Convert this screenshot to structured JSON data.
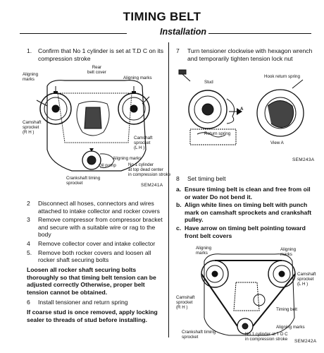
{
  "page": {
    "title": "TIMING BELT",
    "section": "Installation"
  },
  "left": {
    "step1": {
      "num": "1.",
      "text": "Confirm that No 1 cylinder is set at T.D C on its compression stroke"
    },
    "fig1": {
      "labels": {
        "rear_cover": "Rear\nbelt cover",
        "aligning_tl": "Aligning\nmarks",
        "aligning_tr": "Aligning marks",
        "cam_left": "Camshaft\nsprocket\n(R H )",
        "cam_right": "Camshaft\nsprocket\n(L H )",
        "aligning_bottom": "Aligning marks",
        "oil_pump": "Oil pump",
        "crank": "Crankshaft timing\nsprocket",
        "no1": "No 1 cylinder\nat top dead center\nin compression stroke"
      },
      "code": "SEM241A"
    },
    "steps": [
      {
        "num": "2",
        "text": "Disconnect all hoses, connectors and wires attached to intake collector and rocker covers"
      },
      {
        "num": "3",
        "text": "Remove compressor from compressor bracket and secure with a suitable wire or rag to the body"
      },
      {
        "num": "4",
        "text": "Remove collector cover and intake collector"
      },
      {
        "num": "5.",
        "text": "Remove both rocker covers and loosen all rocker shaft securing bolts"
      }
    ],
    "warning1": "Loosen all rocker shaft securing bolts thoroughly so that timing belt tension can be adjusted correctly Otherwise, proper belt tension cannot be obtained.",
    "step6": {
      "num": "6",
      "text": "Install tensioner and return spring"
    },
    "warning2": "If coarse stud is once removed, apply locking sealer to threads of stud before installing."
  },
  "right": {
    "step7": {
      "num": "7",
      "text": "Turn tensioner clockwise with hexagon wrench and temporarily tighten tension lock nut"
    },
    "fig2": {
      "labels": {
        "stud": "Stud",
        "hook": "Hook return spring",
        "return_spring": "Return spring",
        "view_a": "View A",
        "a": "A"
      },
      "code": "SEM243A"
    },
    "step8": {
      "num": "8",
      "text": "Set timing belt"
    },
    "subs": [
      {
        "num": "a.",
        "text": "Ensure timing belt is clean and free from oil or water Do not bend it."
      },
      {
        "num": "b.",
        "text": "Align white lines on timing belt with punch mark on camshaft sprockets and crankshaft pulley."
      },
      {
        "num": "c.",
        "text": "Have arrow on timing belt pointing toward front belt covers"
      }
    ],
    "fig3": {
      "labels": {
        "aligning_tl": "Aligning\nmarks",
        "aligning_tr": "Aligning\nmarks",
        "cam_right": "Camshaft\nsprocket\n(L H )",
        "cam_left": "Camshaft\nsprocket\n(R H )",
        "timing_belt": "Timing belt",
        "aligning_bottom": "Aligning marks",
        "crank": "Crankshaft timing\nsprocket",
        "no1": "No 1 cylinder at T D C\nin compression stroke"
      },
      "code": "SEM242A"
    }
  }
}
